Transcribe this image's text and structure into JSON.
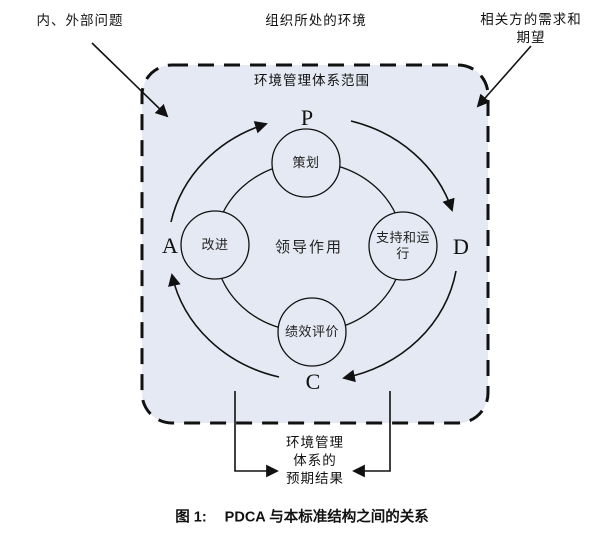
{
  "diagram": {
    "box_fill": "#e5e9f3",
    "line_color": "#111111",
    "top_labels": {
      "internal_external": "内、外部问题",
      "context": "组织所处的环境",
      "interested_line1": "相关方的需求和",
      "interested_line2": "期望"
    },
    "scope_label": "环境管理体系范围",
    "pdca_letters": {
      "p": "P",
      "d": "D",
      "c": "C",
      "a": "A"
    },
    "nodes": {
      "plan": "策划",
      "support_line1": "支持和运",
      "support_line2": "行",
      "performance": "绩效评价",
      "improvement": "改进",
      "leadership": "领导作用"
    },
    "outcomes": {
      "line1": "环境管理",
      "line2": "体系的",
      "line3": "预期结果"
    },
    "caption": {
      "figure": "图 1:",
      "title": "PDCA 与本标准结构之间的关系"
    }
  }
}
